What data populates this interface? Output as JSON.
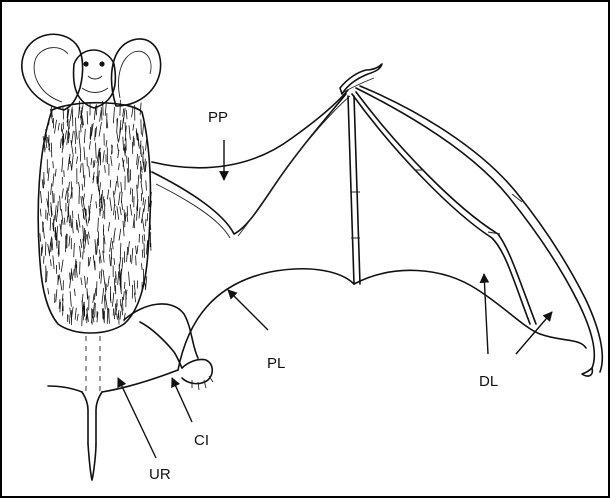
{
  "figure": {
    "labels": {
      "pp": "PP",
      "pl": "PL",
      "dl": "DL",
      "ci": "CI",
      "ur": "UR"
    }
  },
  "colors": {
    "line": "#111111",
    "background": "#ffffff",
    "border": "#000000"
  }
}
